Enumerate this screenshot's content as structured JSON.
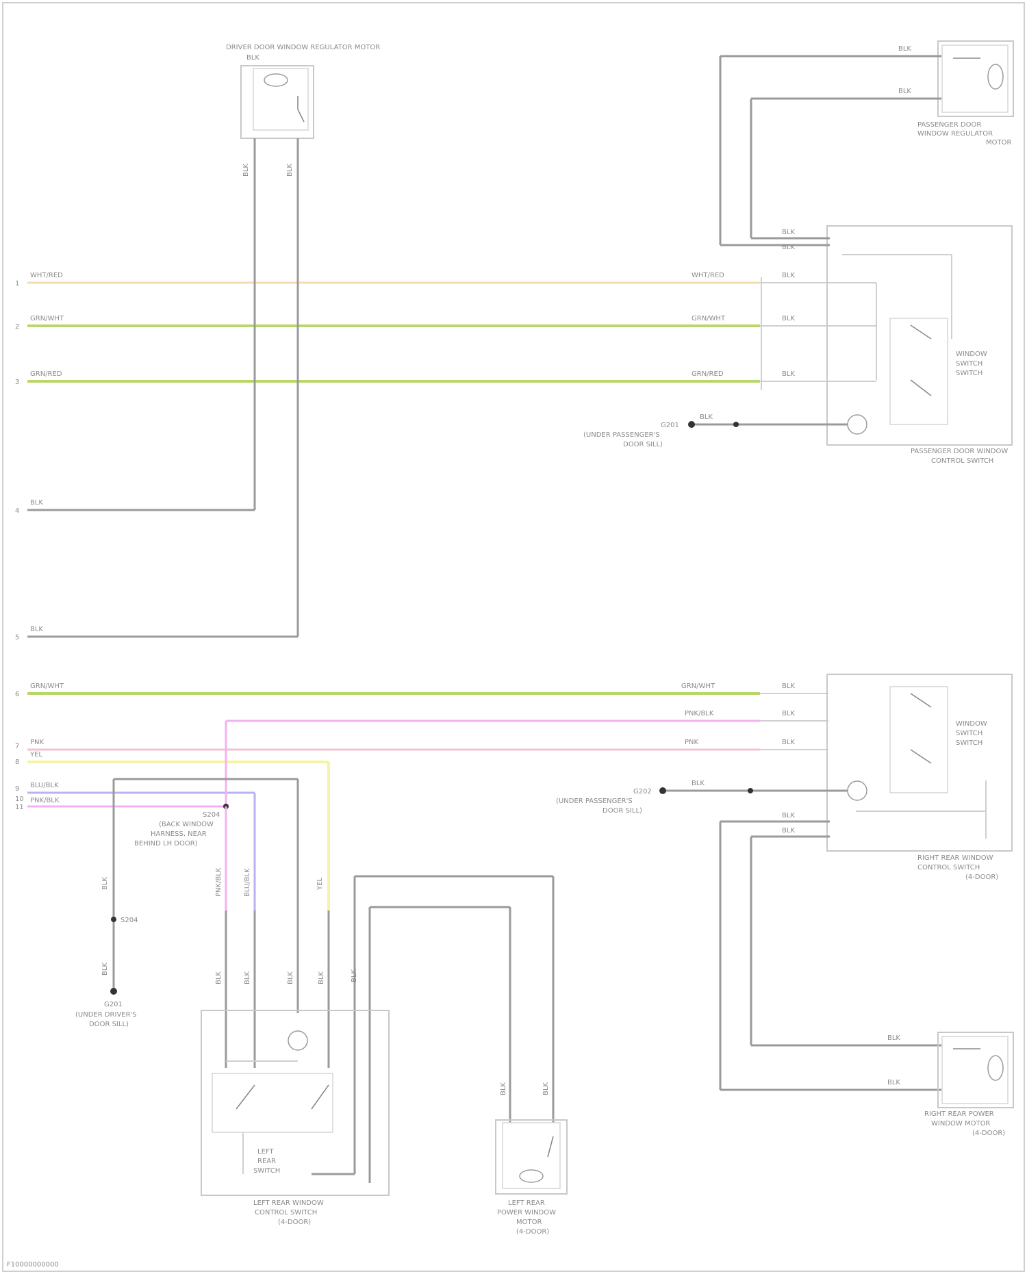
{
  "components": {
    "driver_motor": {
      "title": "DRIVER DOOR WINDOW REGULATOR MOTOR"
    },
    "pass_motor": {
      "title": [
        "PASSENGER DOOR",
        "WINDOW REGULATOR",
        "MOTOR"
      ]
    },
    "pass_switch": {
      "title": [
        "PASSENGER DOOR WINDOW",
        "CONTROL SWITCH"
      ],
      "inner": [
        "WINDOW",
        "SWITCH",
        "SWITCH"
      ]
    },
    "right_switch": {
      "title": [
        "RIGHT REAR WINDOW",
        "CONTROL SWITCH",
        "(4-DOOR)"
      ],
      "inner": [
        "WINDOW",
        "SWITCH",
        "SWITCH"
      ]
    },
    "right_motor": {
      "title": [
        "RIGHT REAR POWER",
        "WINDOW MOTOR",
        "(4-DOOR)"
      ]
    },
    "left_switch": {
      "title": [
        "LEFT REAR WINDOW",
        "CONTROL SWITCH",
        "(4-DOOR)"
      ],
      "inner": [
        "LEFT",
        "REAR",
        "SWITCH"
      ]
    },
    "left_motor": {
      "title": [
        "LEFT REAR",
        "POWER WINDOW",
        "MOTOR",
        "(4-DOOR)"
      ]
    }
  },
  "grounds": {
    "pass_ground": {
      "id": "G201",
      "location": [
        "(UNDER PASSENGER'S",
        "DOOR SILL)"
      ]
    },
    "right_ground": {
      "id": "G202",
      "location": [
        "(UNDER PASSENGER'S",
        "DOOR SILL)"
      ]
    },
    "left_ground": {
      "id": "G201",
      "location": [
        "(UNDER DRIVER'S",
        "DOOR SILL)"
      ]
    },
    "splice": {
      "lines": [
        "S204",
        "(BACK WINDOW",
        "HARNESS, NEAR",
        "BEHIND LH DOOR)"
      ]
    }
  },
  "wire_colors": {
    "blk": "BLK",
    "wht_red": "WHT/RED",
    "grn_wht": "GRN/WHT",
    "grn_red": "GRN/RED",
    "blu_blk": "BLU/BLK",
    "pnk_blk": "PNK/BLK",
    "yel": "YEL",
    "pnk": "PNK"
  },
  "left_terminals": [
    "1",
    "2",
    "3",
    "4",
    "5",
    "6",
    "7",
    "8",
    "9",
    "10",
    "11"
  ],
  "footer": {
    "figure_id": "F10000000000"
  }
}
